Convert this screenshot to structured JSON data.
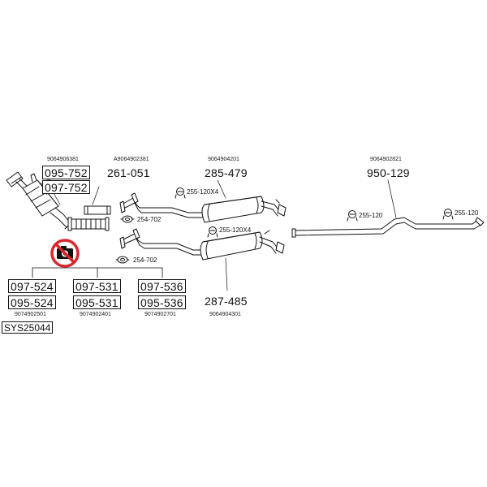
{
  "labels": {
    "oem_9064906381": "9064906381",
    "part_095_752": "095-752",
    "part_097_752": "097-752",
    "oem_A9064902381": "A9064902381",
    "part_261_051": "261-051",
    "oem_9064904201": "9064904201",
    "part_285_479": "285-479",
    "clamp_255_120x4_a": "255-120X4",
    "clamp_255_120x4_b": "255-120X4",
    "gasket_254_702_a": "254-702",
    "gasket_254_702_b": "254-702",
    "oem_9064902821": "9064902821",
    "part_950_129": "950-129",
    "clamp_255_120_a": "255-120",
    "clamp_255_120_b": "255-120",
    "part_097_524": "097-524",
    "part_095_524": "095-524",
    "oem_9074902501": "9074902501",
    "sys_25044": "SYS25044",
    "part_097_531": "097-531",
    "part_095_531": "095-531",
    "oem_9074902401": "9074902401",
    "part_097_536": "097-536",
    "part_095_536": "095-536",
    "oem_9074902701": "9074902701",
    "part_287_485": "287-485",
    "oem_9064904301": "9064904301"
  },
  "colors": {
    "line": "#111111",
    "prohibited_sign": "#d9262b",
    "pipe_fill": "#ffffff"
  },
  "icons": [
    "no-camera-prohibited-icon",
    "clamp-icon",
    "gasket-icon"
  ]
}
